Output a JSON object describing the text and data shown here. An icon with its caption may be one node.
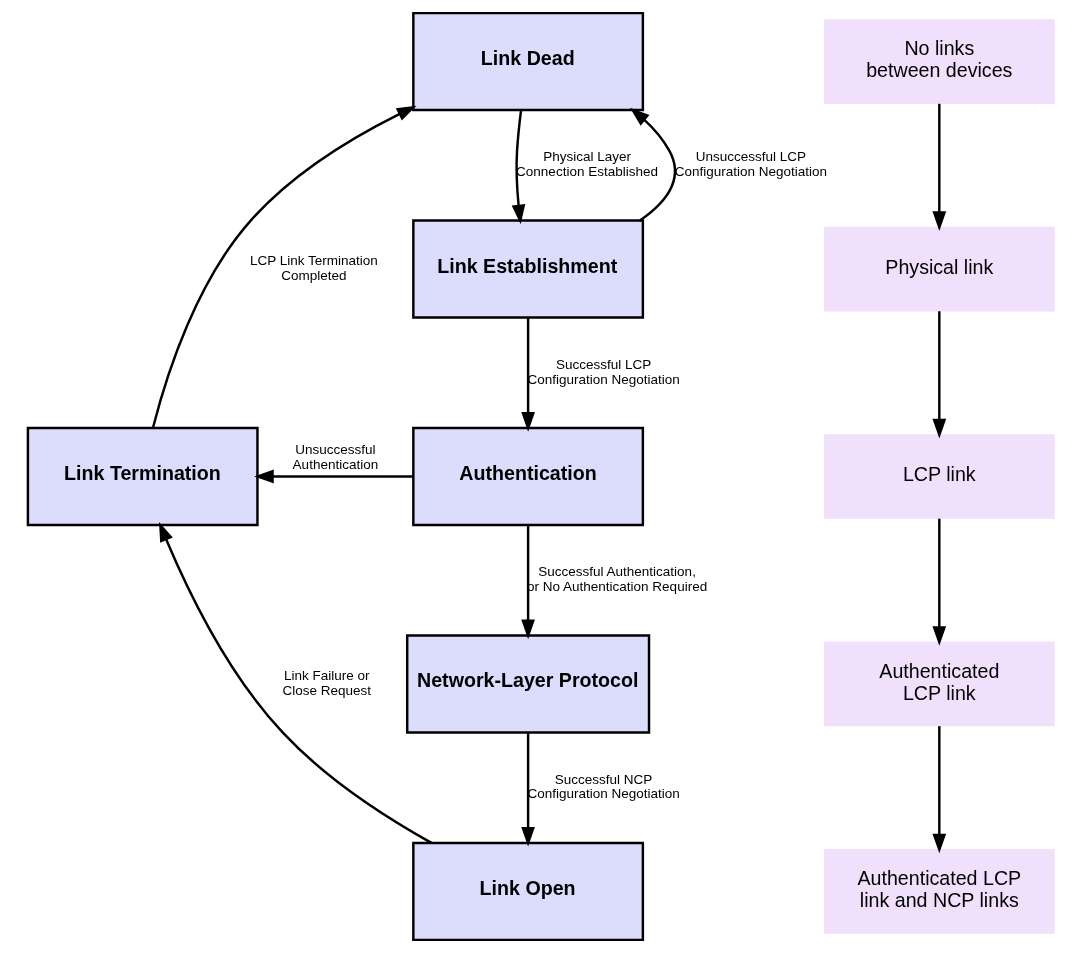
{
  "diagram": {
    "nodes": [
      {
        "text": [
          "Link Dead"
        ]
      },
      {
        "text": [
          "Link Establishment"
        ]
      },
      {
        "text": [
          "Authentication"
        ]
      },
      {
        "text": [
          "Network-Layer Protocol"
        ]
      },
      {
        "text": [
          "Link Open"
        ]
      },
      {
        "text": [
          "Link Termination"
        ]
      },
      {
        "text": [
          "No links between devices"
        ]
      },
      {
        "text": [
          "Physical link"
        ]
      },
      {
        "text": [
          "LCP link"
        ]
      },
      {
        "text": [
          "Authenticated LCP link"
        ]
      },
      {
        "text": [
          "Authenticated LCP link and NCP links"
        ]
      }
    ],
    "edges": [
      {
        "from": 0,
        "to": 1,
        "arrow": "to",
        "label": "Physical Layer Connection Established"
      },
      {
        "from": 1,
        "to": 0,
        "arrow": "to",
        "label": "Unsuccessful LCP Configuration Negotiation"
      },
      {
        "from": 1,
        "to": 2,
        "arrow": "to",
        "label": "Successful LCP Configuration Negotiation"
      },
      {
        "from": 2,
        "to": 5,
        "arrow": "to",
        "label": "Unsuccessful Authentication"
      },
      {
        "from": 2,
        "to": 3,
        "arrow": "to",
        "label": "Successful Authentication, or No Authentication Required"
      },
      {
        "from": 3,
        "to": 4,
        "arrow": "to",
        "label": "Successful NCP Configuration Negotiation"
      },
      {
        "from": 4,
        "to": 5,
        "arrow": "to",
        "label": "Link Failure or Close Request"
      },
      {
        "from": 5,
        "to": 0,
        "arrow": "to",
        "label": "LCP Link Termination Completed"
      },
      {
        "from": 6,
        "to": 7,
        "arrow": "to"
      },
      {
        "from": 7,
        "to": 8,
        "arrow": "to"
      },
      {
        "from": 8,
        "to": 9,
        "arrow": "to"
      },
      {
        "from": 9,
        "to": 10,
        "arrow": "to"
      }
    ]
  }
}
